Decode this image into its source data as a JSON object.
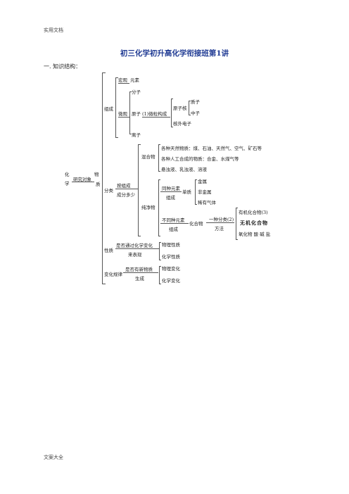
{
  "header": {
    "left": "实用文档"
  },
  "footer": {
    "left": "文案大全"
  },
  "title": "初三化学初升高化学衔接班第1讲",
  "section": "一. 知识结构：",
  "tree": {
    "root_top": "化",
    "root_bottom": "学",
    "research_object": "研究对象",
    "matter_top": "物",
    "matter_bottom": "质",
    "composition": "组成",
    "macro": "宏观",
    "element": "元素",
    "micro": "微观",
    "molecule": "分子",
    "atom": "原子",
    "micro_structure": "(1)微粒构成",
    "nucleus": "原子核",
    "proton": "质子",
    "neutron": "中子",
    "electron": "核外电子",
    "ion": "离子",
    "classification": "分类",
    "by_composition": "按组成",
    "component_count": "成分多少",
    "mixture": "混合物",
    "mixture_item1": "各种天然物质：煤、石油、天然气、空气、矿石等",
    "mixture_item2": "各种人工合成的物质：合金、水煤气等",
    "mixture_item3": "悬浊液、乳浊液、溶液",
    "pure": "纯净物",
    "same_element": "同种元素",
    "same_element_sub": "组成",
    "simple_substance": "单质",
    "metal": "金属",
    "nonmetal": "非金属",
    "noble_gas": "稀有气体",
    "diff_element": "不同种元素",
    "diff_element_sub": "组成",
    "compound": "化合物",
    "one_way": "一种分类(2)",
    "method": "方法",
    "organic": "有机化合物(3)",
    "inorganic_symbol": "无机化合物",
    "oxides_line": "氧化物 酸 碱 盐",
    "property": "性质",
    "show_change": "是否通过化学变化",
    "show_change_sub": "来表现",
    "physical_prop": "物理性质",
    "chemical_prop": "化学性质",
    "change_rule": "变化规律",
    "new_matter": "是否有新物质",
    "new_matter_sub": "生成",
    "physical_change": "物理变化",
    "chemical_change": "化学变化"
  }
}
